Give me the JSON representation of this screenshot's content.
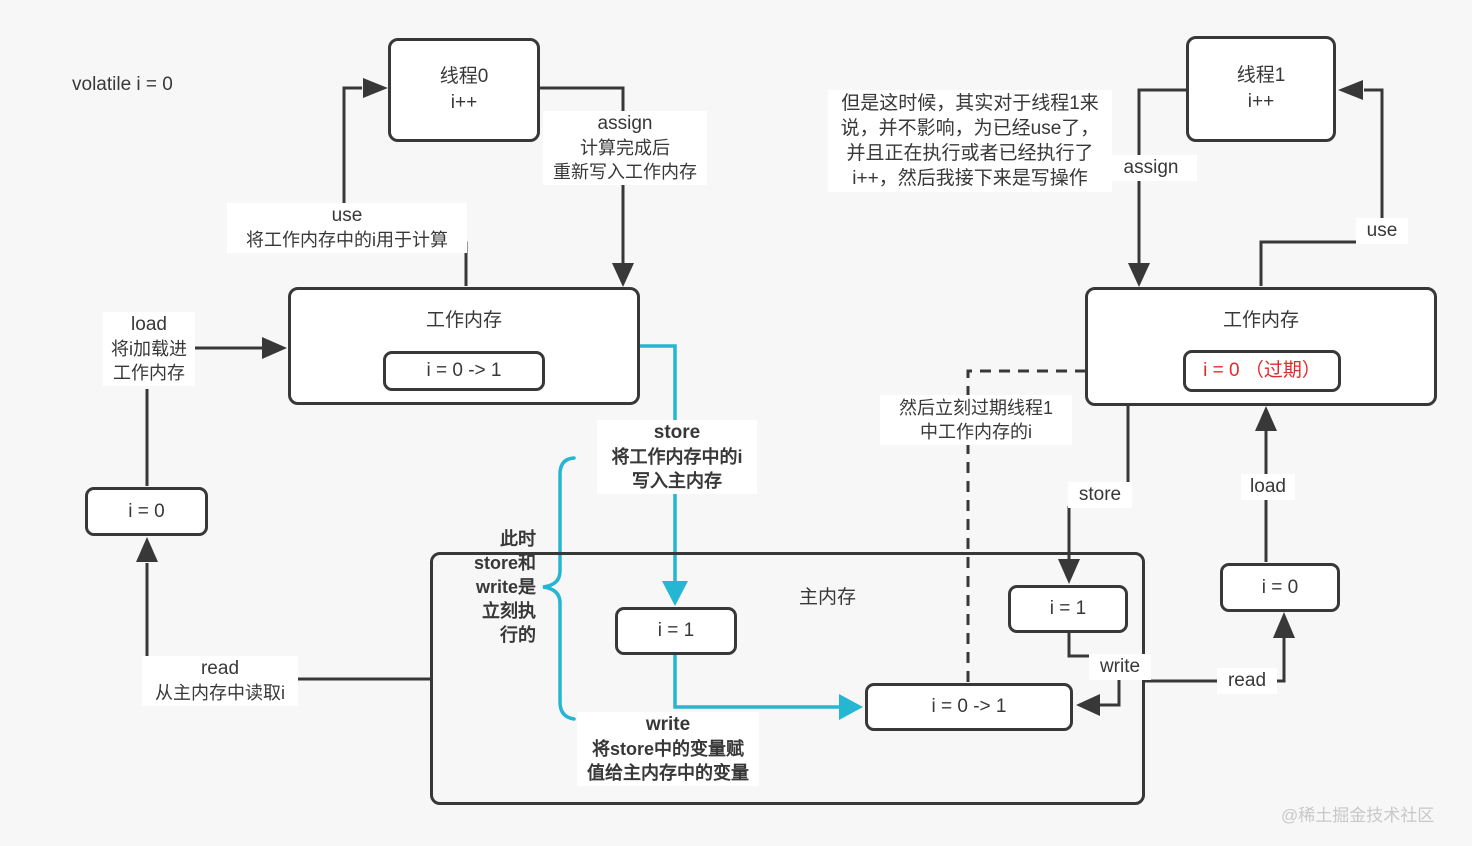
{
  "colors": {
    "background": "#f7f7f7",
    "line": "#383838",
    "accent_cyan": "#25b6d2",
    "alert_red": "#e12a2a",
    "label_background": "#ffffff",
    "watermark": "#c8c8c8"
  },
  "annotations": {
    "volatile_note": "volatile i = 0",
    "watermark": "@稀土掘金技术社区",
    "paragraph_lines": [
      "但是这时候，其实对于线程1来",
      "说，并不影响，为已经use了，",
      "并且正在执行或者已经执行了",
      "i++，然后我接下来是写操作"
    ],
    "expire_lines": [
      "然后立刻过期线程1",
      "中工作内存的i"
    ],
    "brace_note_lines": [
      "此时",
      "store和",
      "write是",
      "立刻执",
      "行的"
    ]
  },
  "boxes": {
    "thread0": {
      "title": "线程0",
      "sub": "i++"
    },
    "thread1": {
      "title": "线程1",
      "sub": "i++"
    },
    "wm_left": {
      "title": "工作内存",
      "value": "i = 0 -> 1"
    },
    "wm_right": {
      "title": "工作内存",
      "value": "i = 0 （过期）"
    },
    "i0_left": {
      "value": "i = 0"
    },
    "i0_right": {
      "value": "i = 0"
    },
    "main_memory": {
      "title": "主内存",
      "i1_center": "i = 1",
      "i01_bottom": "i = 0 -> 1",
      "i1_right": "i = 1"
    }
  },
  "edge_labels": {
    "use_left": {
      "en": "use",
      "zh": "将工作内存中的i用于计算"
    },
    "assign_left": {
      "en": "assign",
      "zh1": "计算完成后",
      "zh2": "重新写入工作内存"
    },
    "load_left": {
      "en": "load",
      "zh1": "将i加载进",
      "zh2": "工作内存"
    },
    "read_left": {
      "en": "read",
      "zh": "从主内存中读取i"
    },
    "store_cyan": {
      "en": "store",
      "zh1": "将工作内存中的i",
      "zh2": "写入主内存"
    },
    "write_cyan": {
      "en": "write",
      "zh1": "将store中的变量赋",
      "zh2": "值给主内存中的变量"
    },
    "assign_right": "assign",
    "use_right": "use",
    "store_right": "store",
    "load_right": "load",
    "read_right": "read",
    "write_right": "write"
  }
}
